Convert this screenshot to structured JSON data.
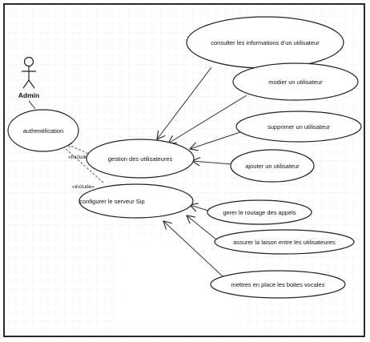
{
  "actor": {
    "label": "Admin"
  },
  "use_cases": {
    "authentification": "authentification",
    "gestion": "gestion  des utilisateures",
    "configurer": "configurer le serveur Sip",
    "consulter": "consulter les informations d’un utilisateur",
    "modifier": "modier un utilisateur",
    "supprimer": "supprimer un utilisateur",
    "ajouter": "ajouter un utilisateur",
    "gerer": "gerer le routage des appels",
    "assurer": "assurer la laison entre les utilisateures",
    "mettre": "mettres en place les boites vocales"
  },
  "stereotypes": {
    "include_1": "«Include»",
    "include_2": "«include»"
  },
  "colors": {
    "line": "#333333",
    "frame": "#2a2a2a",
    "grid": "#ececec"
  }
}
